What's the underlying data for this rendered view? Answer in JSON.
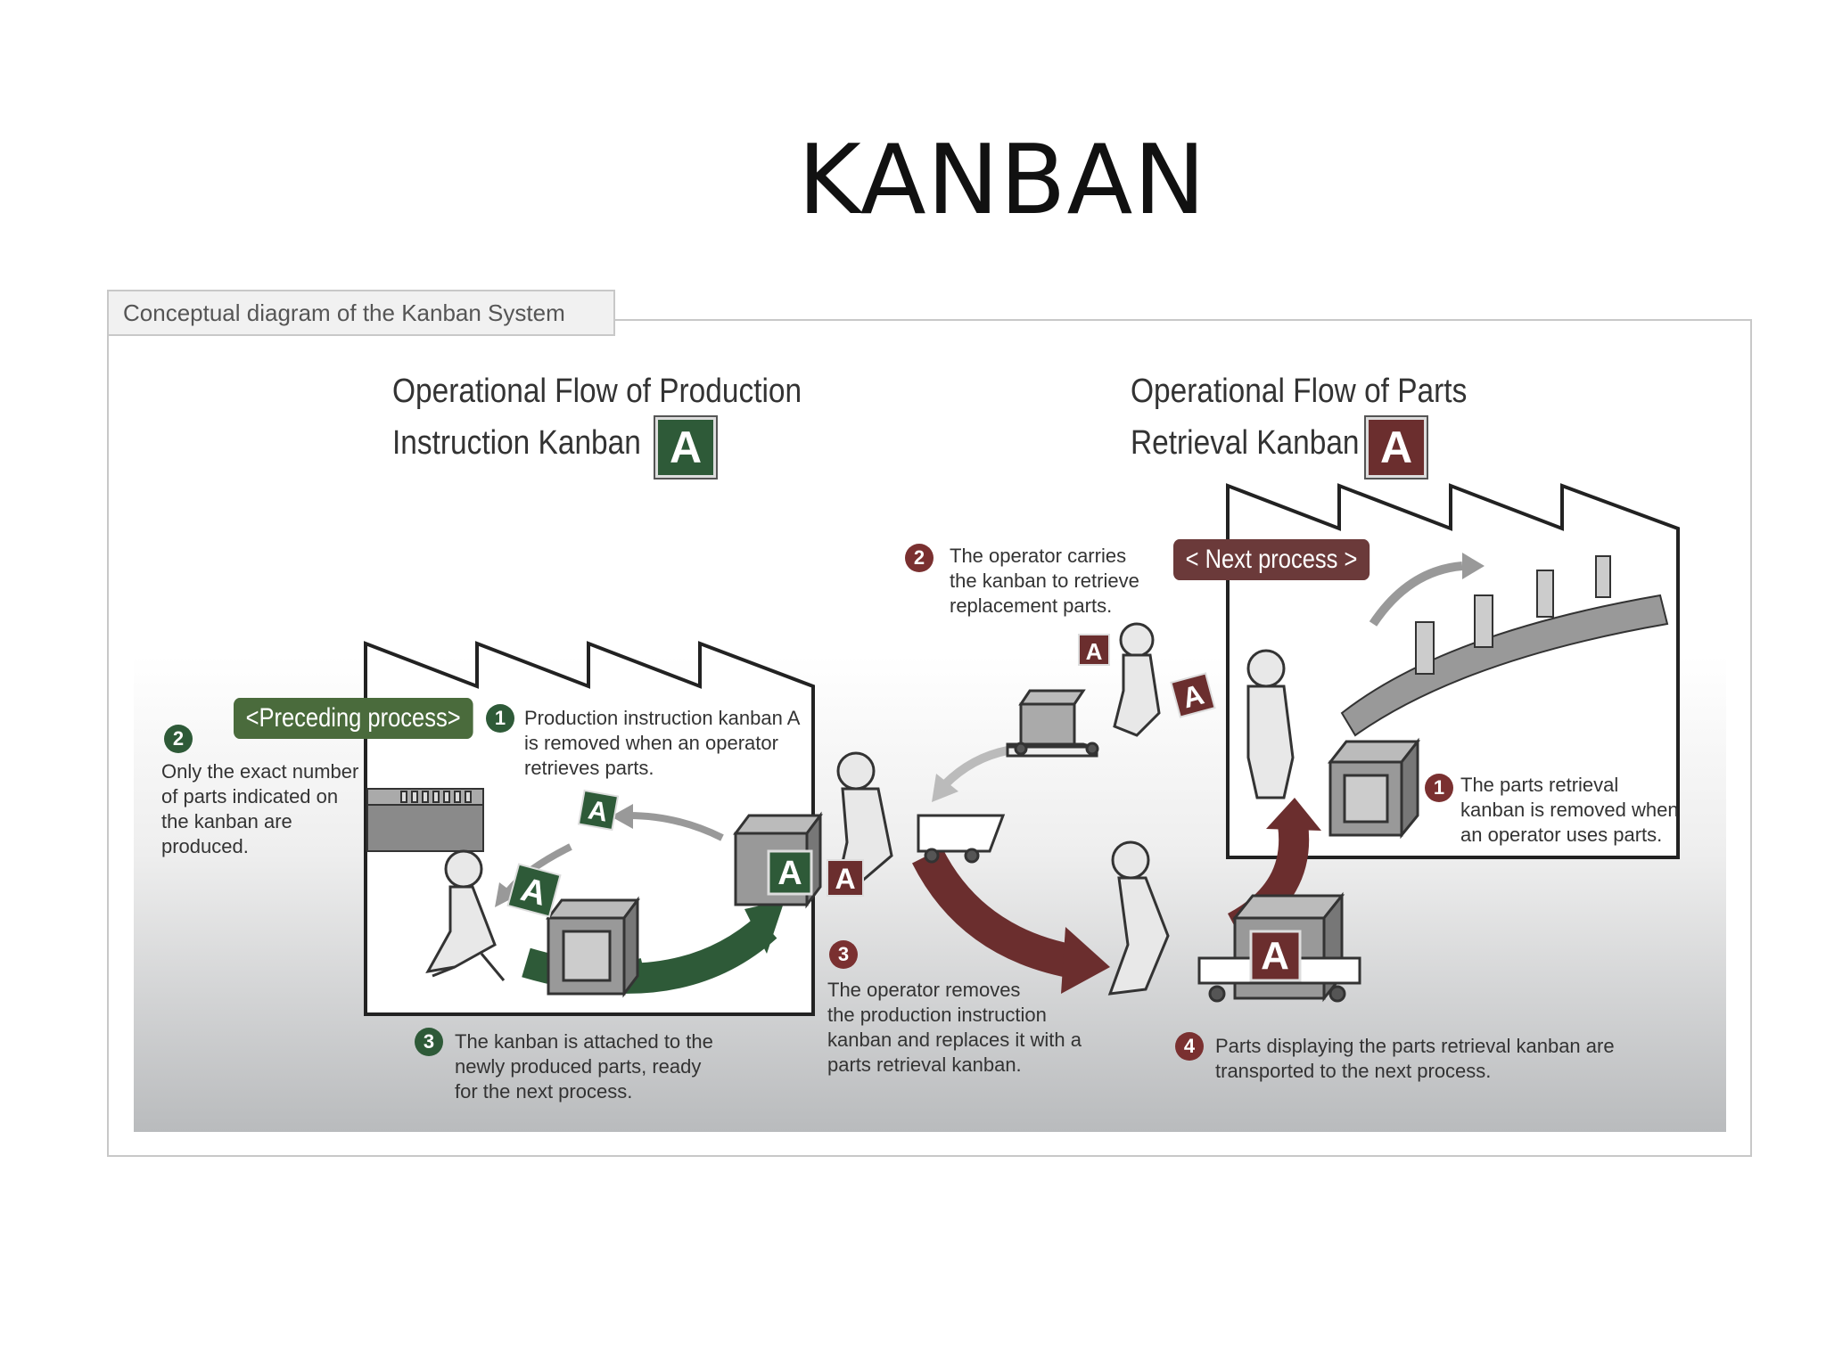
{
  "slide": {
    "title": "KANBAN"
  },
  "diagram": {
    "caption": "Conceptual diagram of the Kanban System",
    "left_heading": {
      "line1": "Operational Flow of Production",
      "line2": "Instruction Kanban",
      "badge": "A",
      "color": "#2e5a38"
    },
    "right_heading": {
      "line1": "Operational Flow of Parts",
      "line2": "Retrieval Kanban",
      "badge": "A",
      "color": "#6b2e2e"
    },
    "preceding_label": "<Preceding process>",
    "next_label": "< Next  process >",
    "kanban_card_letter": "A",
    "steps_production": [
      {
        "num": "1",
        "text": "Production instruction kanban A\nis removed when an operator\nretrieves parts."
      },
      {
        "num": "2",
        "text": "Only the exact number\nof parts indicated on\nthe kanban are\nproduced."
      },
      {
        "num": "3",
        "text": "The kanban is attached to the\nnewly produced parts, ready\nfor the next process."
      }
    ],
    "steps_retrieval": [
      {
        "num": "1",
        "text": "The parts retrieval\nkanban is removed when\nan operator uses parts."
      },
      {
        "num": "2",
        "text": "The operator carries\nthe kanban to retrieve\nreplacement parts."
      },
      {
        "num": "3",
        "text": "The operator removes\nthe production instruction\nkanban and replaces it with a\nparts retrieval kanban."
      },
      {
        "num": "4",
        "text": "Parts displaying the parts retrieval kanban are\ntransported to the next  process."
      }
    ],
    "colors": {
      "green": "#2e5a38",
      "red": "#6b2e2e",
      "frame_border": "#c8c8c8"
    },
    "icons": [
      "factory-icon",
      "operator-icon",
      "parts-box-icon",
      "hand-cart-icon",
      "conveyor-icon",
      "flow-arrow-icon"
    ]
  }
}
